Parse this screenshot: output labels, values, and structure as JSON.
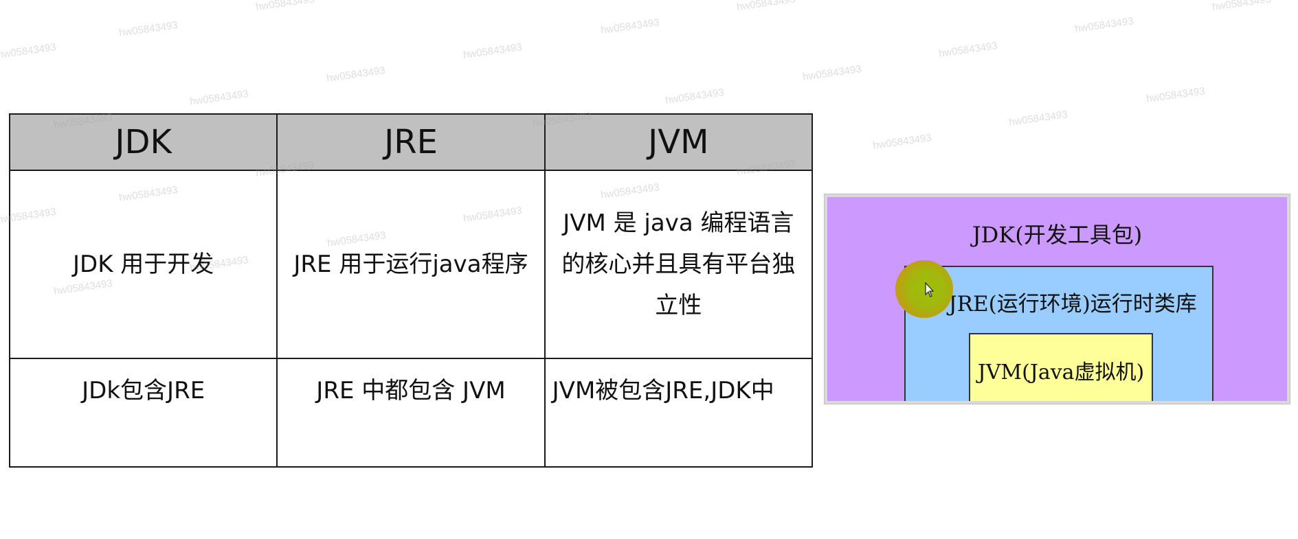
{
  "watermark_text": "hw05843493",
  "table": {
    "headers": [
      "JDK",
      "JRE",
      "JVM"
    ],
    "rows": [
      [
        "JDK 用于开发",
        "JRE 用于运行java程序",
        "JVM 是 java 编程语言的核心并且具有平台独立性"
      ],
      [
        "JDk包含JRE",
        "JRE 中都包含 JVM",
        "JVM被包含JRE,JDK中"
      ]
    ],
    "header_bg": "#c0c0c0"
  },
  "diagram": {
    "jdk_label": "JDK(开发工具包)",
    "jre_label": "JRE(运行环境)运行时类库",
    "jvm_label": "JVM(Java虚拟机)",
    "colors": {
      "jdk": "#cc99ff",
      "jre": "#99ccff",
      "jvm": "#ffff99"
    }
  },
  "cursor": {
    "icon": "mouse-pointer-icon",
    "highlight": "yellow-green"
  }
}
